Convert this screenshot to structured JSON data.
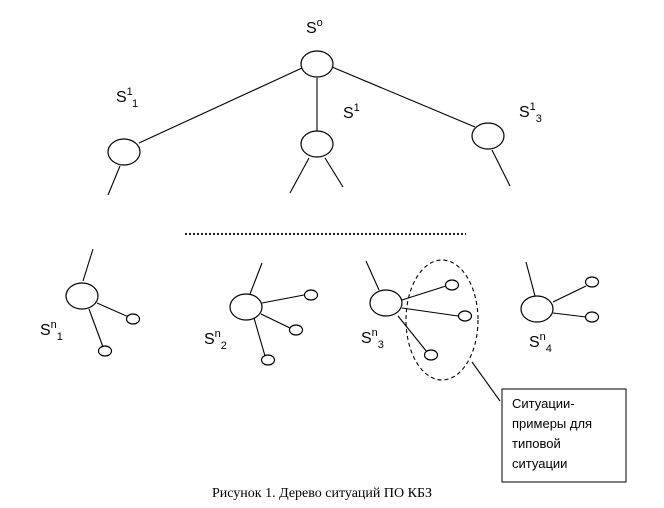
{
  "labels": {
    "root": {
      "base": "S",
      "sup": "o"
    },
    "left": {
      "base": "S",
      "sup": "1",
      "sub": "1"
    },
    "middle": {
      "base": "S",
      "sup": "1"
    },
    "right": {
      "base": "S",
      "sup": "1",
      "sub": "3"
    },
    "leaf1": {
      "base": "S",
      "sup": "n",
      "sub": "1"
    },
    "leaf2": {
      "base": "S",
      "sup": "n",
      "sub": "2"
    },
    "leaf3": {
      "base": "S",
      "sup": "n",
      "sub": "3"
    },
    "leaf4": {
      "base": "S",
      "sup": "n",
      "sub": "4"
    }
  },
  "callout": {
    "lines": [
      "Ситуации-",
      "примеры для",
      "типовой",
      "ситуации"
    ]
  },
  "caption": "Рисунок 1. Дерево ситуаций ПО КБЗ"
}
